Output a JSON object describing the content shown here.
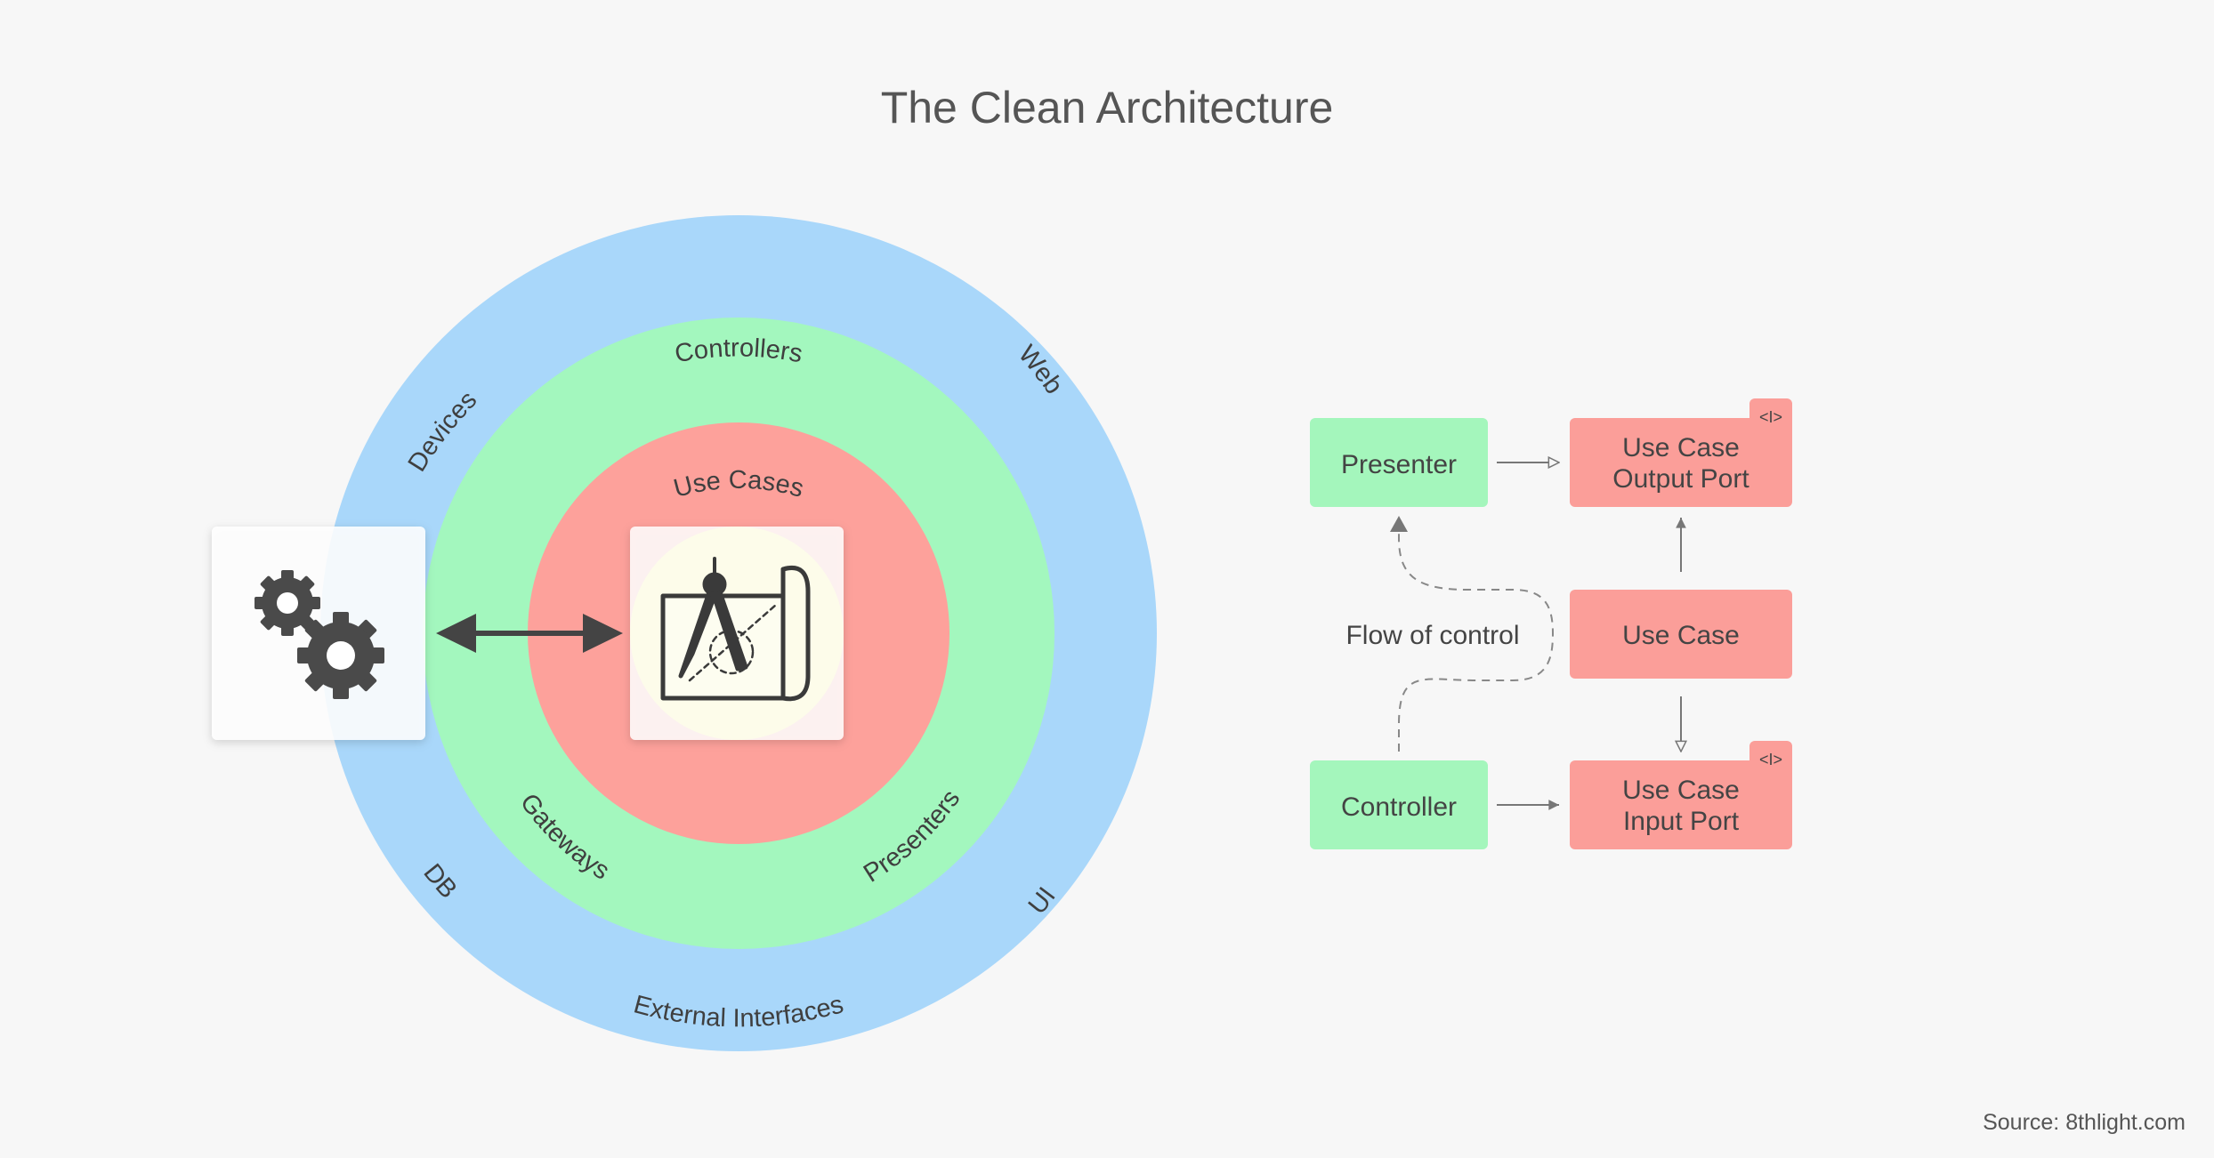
{
  "title": "The Clean Architecture",
  "source": "Source: 8thlight.com",
  "rings": {
    "outer_labels": [
      "Devices",
      "Web",
      "DB",
      "UI",
      "External Interfaces"
    ],
    "middle_labels": [
      "Controllers",
      "Gateways",
      "Presenters"
    ],
    "inner_labels": [
      "Use Cases"
    ]
  },
  "flow": {
    "presenter": "Presenter",
    "controller": "Controller",
    "use_case": "Use Case",
    "output_port_line1": "Use Case",
    "output_port_line2": "Output Port",
    "input_port_line1": "Use Case",
    "input_port_line2": "Input Port",
    "interface_tag": "<I>",
    "flow_label": "Flow of control"
  },
  "colors": {
    "background": "#f7f7f7",
    "outer_ring": "#a9d7fa",
    "middle_ring": "#a3f7be",
    "inner_ring": "#fda19b",
    "green_box": "#a4f6bc",
    "red_box": "#fb9e99",
    "text": "#444444"
  },
  "icons": {
    "external": "gears-icon",
    "core": "blueprint-compass-icon"
  }
}
